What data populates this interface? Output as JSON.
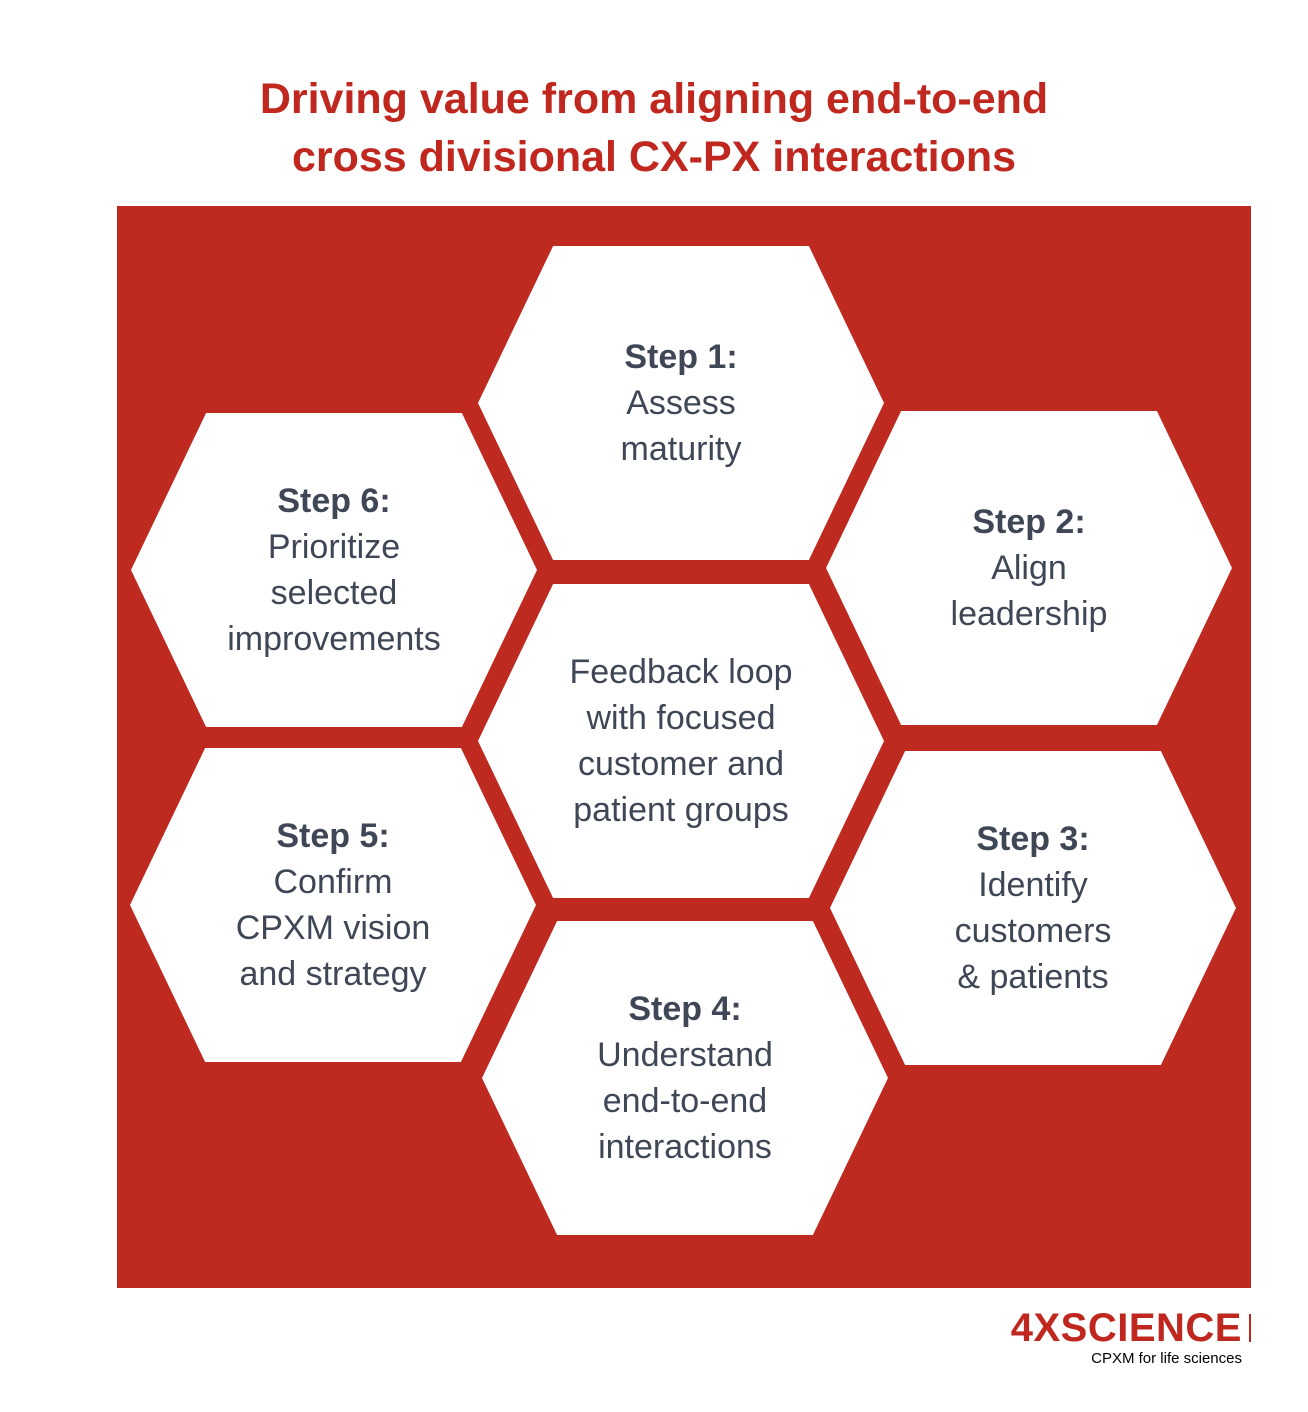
{
  "title": {
    "line1": "Driving value from aligning end-to-end",
    "line2": "cross divisional CX-PX interactions"
  },
  "colors": {
    "accent": "#c0281f",
    "panel": "#be2a20",
    "hex_fill": "#ffffff",
    "hex_text": "#3f4756"
  },
  "center": {
    "lines": [
      "Feedback loop",
      "with focused",
      "customer and",
      "patient groups"
    ]
  },
  "steps": [
    {
      "label": "Step 1:",
      "lines": [
        "Assess",
        "maturity"
      ]
    },
    {
      "label": "Step 2:",
      "lines": [
        "Align",
        "leadership"
      ]
    },
    {
      "label": "Step 3:",
      "lines": [
        "Identify",
        "customers",
        "& patients"
      ]
    },
    {
      "label": "Step 4:",
      "lines": [
        "Understand",
        "end-to-end",
        "interactions"
      ]
    },
    {
      "label": "Step 5:",
      "lines": [
        "Confirm",
        "CPXM vision",
        "and strategy"
      ]
    },
    {
      "label": "Step 6:",
      "lines": [
        "Prioritize",
        "selected",
        "improvements"
      ]
    }
  ],
  "brand": {
    "name": "4XSCIENCE",
    "tagline": "CPXM for life sciences"
  }
}
